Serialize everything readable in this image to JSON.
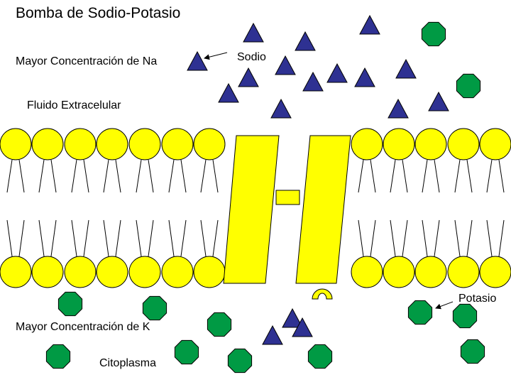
{
  "title": "Bomba de Sodio-Potasio",
  "labels": {
    "mayor_na": "Mayor Concentración de Na",
    "fluido": "Fluido Extracelular",
    "sodio": "Sodio",
    "mayor_k": "Mayor Concentración de K",
    "citoplasma": "Citoplasma",
    "potasio": "Potasio"
  },
  "colors": {
    "sodium": "#2e3192",
    "potassium": "#009a44",
    "lipid": "#ffff00",
    "outline": "#000000"
  },
  "icons": {
    "sodium": "triangle",
    "potassium": "octagon",
    "lipid_head": "circle",
    "protein": "parallelogram"
  }
}
